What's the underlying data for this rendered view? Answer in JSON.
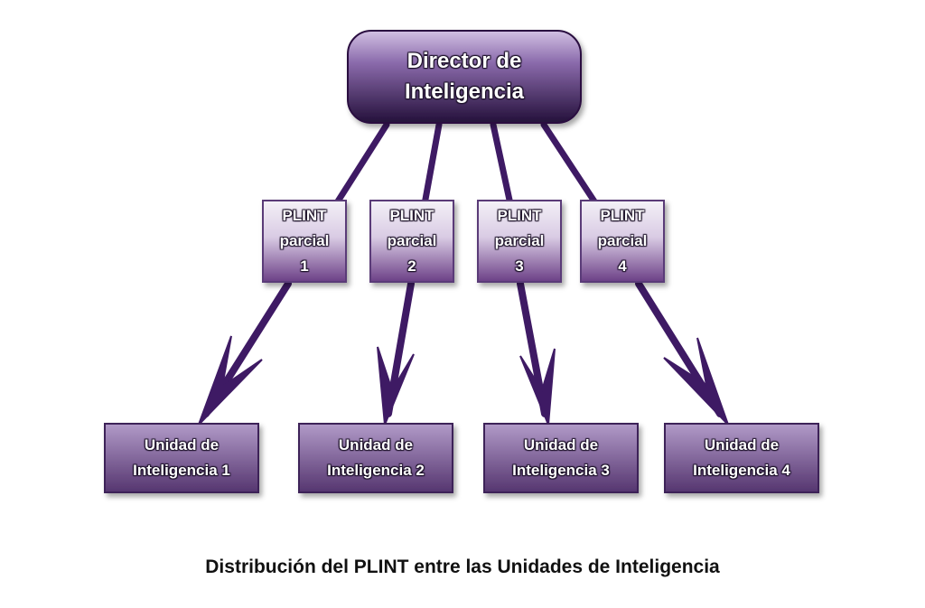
{
  "diagram": {
    "director": {
      "line1": "Director de",
      "line2": "Inteligencia"
    },
    "plints": [
      {
        "line1": "PLINT",
        "line2": "parcial",
        "line3": "1"
      },
      {
        "line1": "PLINT",
        "line2": "parcial",
        "line3": "2"
      },
      {
        "line1": "PLINT",
        "line2": "parcial",
        "line3": "3"
      },
      {
        "line1": "PLINT",
        "line2": "parcial",
        "line3": "4"
      }
    ],
    "units": [
      {
        "line1": "Unidad de",
        "line2": "Inteligencia 1"
      },
      {
        "line1": "Unidad de",
        "line2": "Inteligencia 2"
      },
      {
        "line1": "Unidad de",
        "line2": "Inteligencia 3"
      },
      {
        "line1": "Unidad de",
        "line2": "Inteligencia 4"
      }
    ],
    "caption": "Distribución del PLINT entre las Unidades de Inteligencia"
  },
  "colors": {
    "arrow": "#3e1a64",
    "director_top": "#c8b4dc",
    "director_bottom": "#2a1140",
    "box_top": "#f2eef6",
    "box_bottom": "#6e4388",
    "unit_top": "#a58abf",
    "unit_bottom": "#5a3a78"
  }
}
